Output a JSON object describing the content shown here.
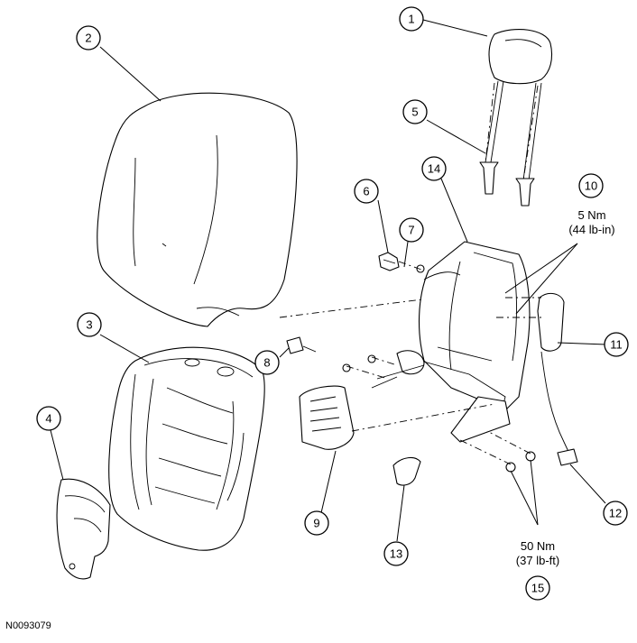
{
  "callouts": [
    "1",
    "2",
    "3",
    "4",
    "5",
    "6",
    "7",
    "8",
    "9",
    "10",
    "11",
    "12",
    "13",
    "14",
    "15"
  ],
  "torque_specs": {
    "item10": {
      "line1": "5 Nm",
      "line2": "(44 lb-in)"
    },
    "item15": {
      "line1": "50 Nm",
      "line2": "(37 lb-ft)"
    }
  },
  "figure_code": "N0093079"
}
